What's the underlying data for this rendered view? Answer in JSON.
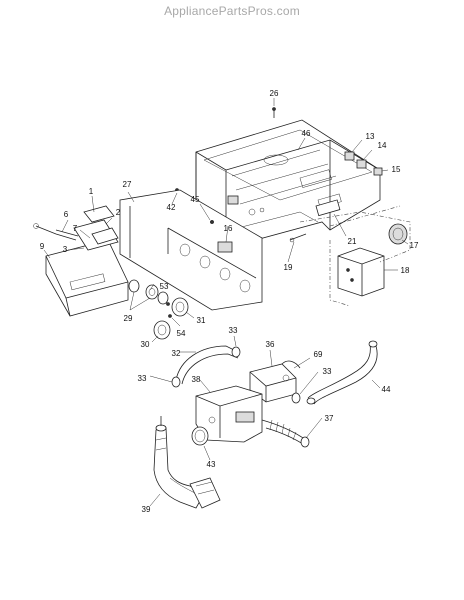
{
  "header": {
    "site_name": "AppliancePartsPros.com"
  },
  "callouts": [
    {
      "id": "c26",
      "label": "26"
    },
    {
      "id": "c46",
      "label": "46"
    },
    {
      "id": "c13",
      "label": "13"
    },
    {
      "id": "c14",
      "label": "14"
    },
    {
      "id": "c15",
      "label": "15"
    },
    {
      "id": "c1",
      "label": "1"
    },
    {
      "id": "c27",
      "label": "27"
    },
    {
      "id": "c42",
      "label": "42"
    },
    {
      "id": "c6",
      "label": "6"
    },
    {
      "id": "c2",
      "label": "2"
    },
    {
      "id": "c7",
      "label": "7"
    },
    {
      "id": "c45",
      "label": "45"
    },
    {
      "id": "c21",
      "label": "21"
    },
    {
      "id": "c3",
      "label": "3"
    },
    {
      "id": "c9",
      "label": "9"
    },
    {
      "id": "c16",
      "label": "16"
    },
    {
      "id": "c17",
      "label": "17"
    },
    {
      "id": "c19",
      "label": "19"
    },
    {
      "id": "c18",
      "label": "18"
    },
    {
      "id": "c53",
      "label": "53"
    },
    {
      "id": "c29",
      "label": "29"
    },
    {
      "id": "c31",
      "label": "31"
    },
    {
      "id": "c54",
      "label": "54"
    },
    {
      "id": "c30",
      "label": "30"
    },
    {
      "id": "c33a",
      "label": "33"
    },
    {
      "id": "c32",
      "label": "32"
    },
    {
      "id": "c36",
      "label": "36"
    },
    {
      "id": "c69",
      "label": "69"
    },
    {
      "id": "c33b",
      "label": "33"
    },
    {
      "id": "c33c",
      "label": "33"
    },
    {
      "id": "c38",
      "label": "38"
    },
    {
      "id": "c44",
      "label": "44"
    },
    {
      "id": "c37",
      "label": "37"
    },
    {
      "id": "c43",
      "label": "43"
    },
    {
      "id": "c39",
      "label": "39"
    }
  ]
}
